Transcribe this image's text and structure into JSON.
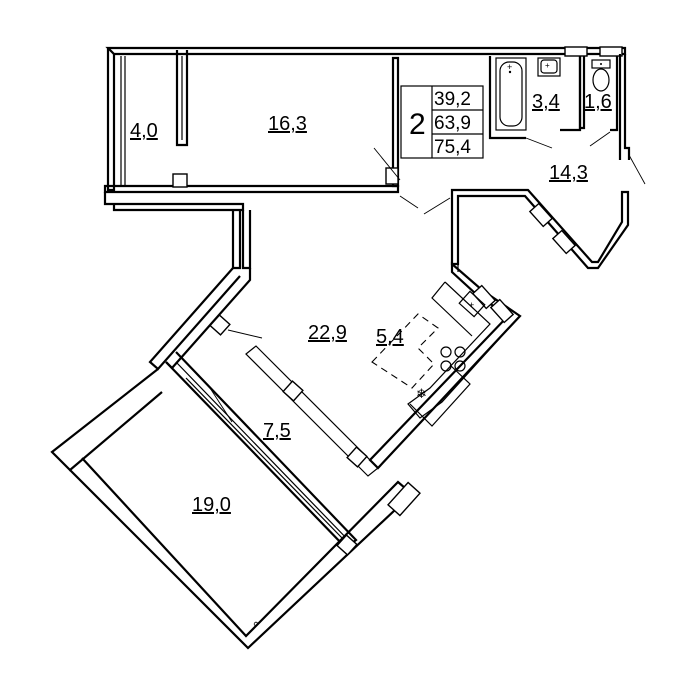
{
  "apartment": {
    "rooms_count": "2",
    "living_area": "39,2",
    "total_area": "63,9",
    "total_area_with_balconies": "75,4"
  },
  "rooms": {
    "loggia_top": "4,0",
    "room_top": "16,3",
    "bathroom": "3,4",
    "toilet": "1,6",
    "hallway": "14,3",
    "living_area_hall": "22,9",
    "kitchen": "5,4",
    "room_bottom": "19,0",
    "loggia_bottom": "7,5"
  },
  "icons": [
    "bathtub-icon",
    "sink-icon",
    "toilet-icon",
    "stove-icon",
    "kitchen-sink-icon",
    "fan-icon"
  ]
}
